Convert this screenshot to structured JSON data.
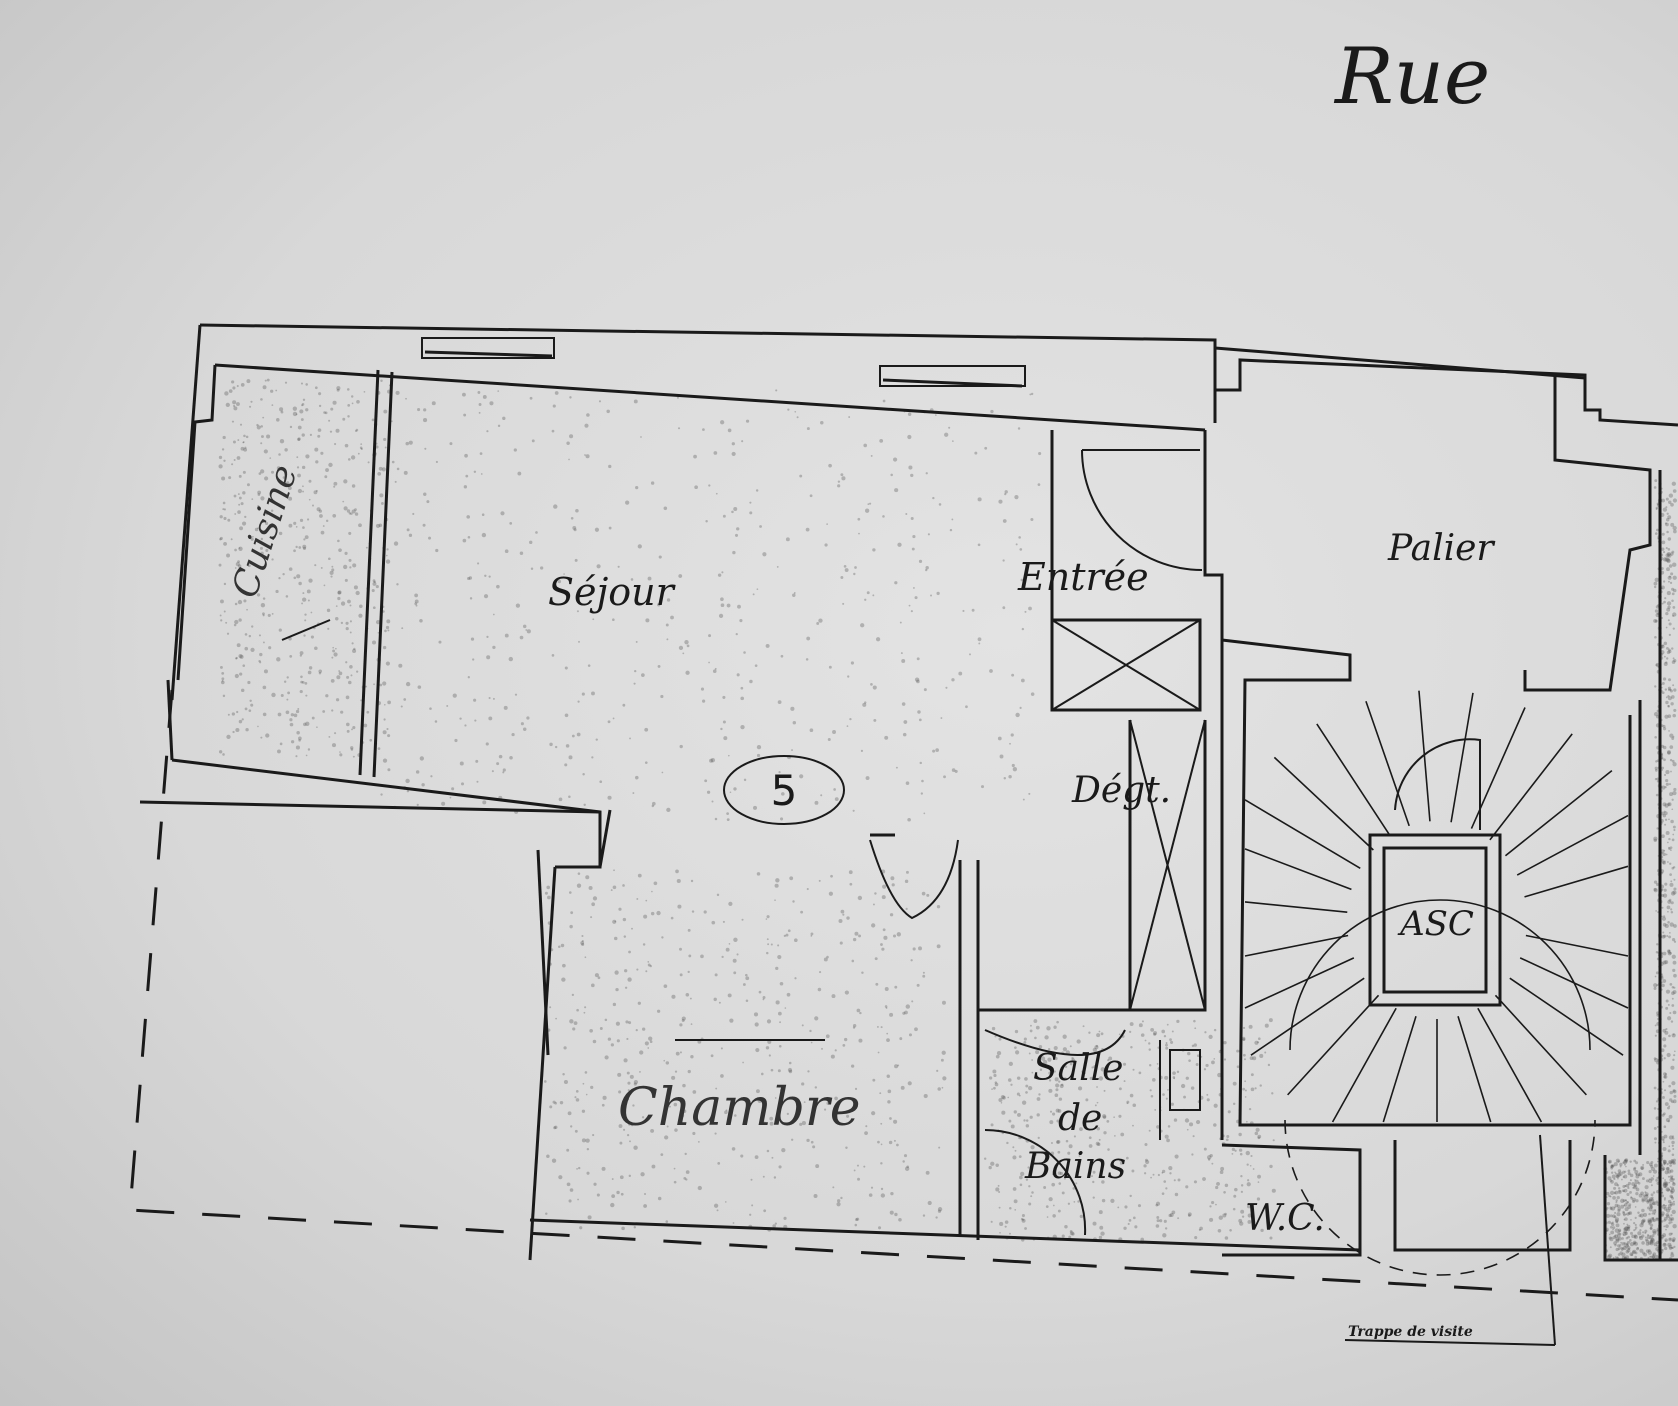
{
  "street_label": "Rue",
  "rooms": {
    "cuisine": "Cuisine",
    "sejour": "Séjour",
    "entree": "Entrée",
    "degt": "Dégt.",
    "chambre": "Chambre",
    "salle_1": "Salle",
    "salle_2": "de",
    "salle_3": "Bains",
    "wc": "W.C.",
    "palier": "Palier",
    "asc": "ASC"
  },
  "lot_number": "5",
  "trap_note": "Trappe de visite"
}
